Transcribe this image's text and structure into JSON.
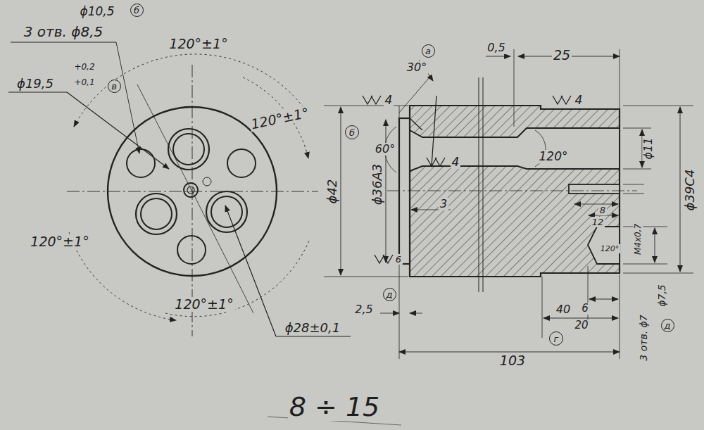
{
  "diagram": {
    "nodes": [
      {
        "text": [
          "б"
        ]
      },
      {
        "text": [
          "в"
        ]
      },
      {
        "text": [
          "а"
        ]
      },
      {
        "text": [
          "б"
        ]
      },
      {
        "text": [
          "д"
        ]
      },
      {
        "text": [
          "г"
        ]
      },
      {
        "text": [
          "д"
        ]
      }
    ],
    "labels": [
      "ϕ10,5",
      "3 отв. ϕ8,5",
      "120°±1°",
      "ϕ19,5",
      "+0,2",
      "+0,1",
      "120°±1°",
      "120°±1°",
      "120°±1°",
      "ϕ28±0,1",
      "30°",
      "0,5",
      "25",
      "4",
      "4",
      "60°",
      "4",
      "ϕ36А3",
      "3",
      "6",
      "ϕ42",
      "120°",
      "ϕ11",
      "ϕ39С4",
      "8",
      "12",
      "М4х0,7",
      "120°",
      "6",
      "40",
      "20",
      "103",
      "3 отв. ϕ7",
      "ϕ7,5",
      "2,5",
      "8 ÷ 15"
    ]
  }
}
